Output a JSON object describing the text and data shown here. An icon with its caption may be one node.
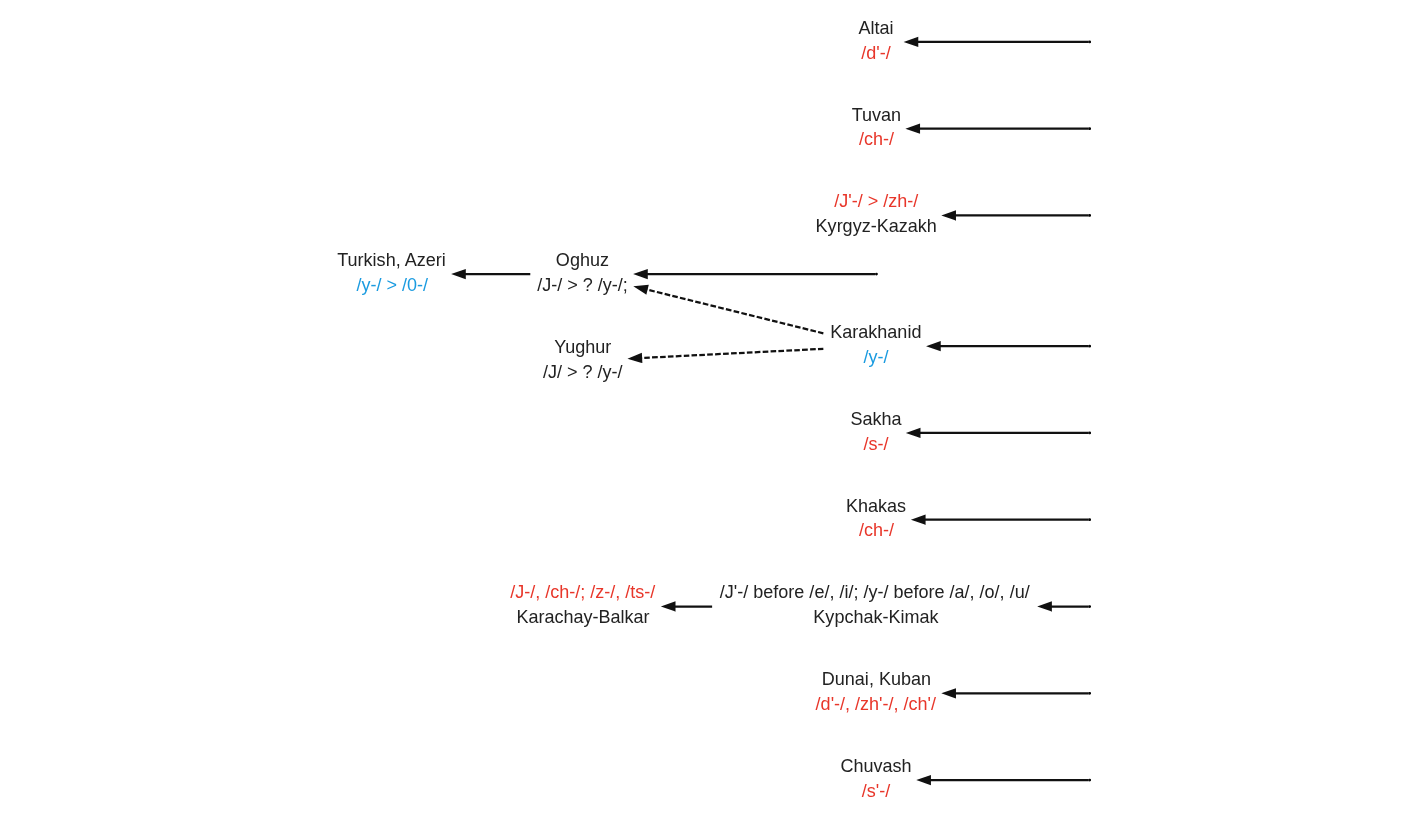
{
  "diagram": {
    "nodes": [
      {
        "text": [
          "Chuvash",
          "/s'-/"
        ]
      },
      {
        "text": [
          "Dunai, Kuban",
          "/d'-/, /zh'-/, /ch'/"
        ]
      },
      {
        "text": [
          "/J'-/ before /e/, /i/; /y-/ before /a/, /o/, /u/",
          "Kypchak-Kimak"
        ]
      },
      {
        "text": [
          "/J-/, /ch-/; /z-/, /ts-/",
          "Karachay-Balkar"
        ]
      },
      {
        "text": [
          "Khakas",
          "/ch-/"
        ]
      },
      {
        "text": [
          "Sakha",
          "/s-/"
        ]
      },
      {
        "text": [
          "Oghuz",
          "/J-/ > ? /y-/;"
        ]
      },
      {
        "text": [
          "/J'-/ > /zh-/",
          "Kyrgyz-Kazakh"
        ]
      },
      {
        "text": [
          "Tuvan",
          "/ch-/"
        ]
      },
      {
        "text": [
          "Turkish, Azeri",
          "/y-/ > /0-/"
        ]
      },
      {
        "text": [
          "Altai",
          "/d'-/"
        ]
      },
      {
        "text": [
          "Karakhanid",
          "/y-/"
        ]
      },
      {
        "text": [
          "Yughur",
          "/J/ > ? /y-/"
        ]
      }
    ],
    "edges": [
      {
        "from": null,
        "to": 0,
        "arrow": "to"
      },
      {
        "from": null,
        "to": 1,
        "arrow": "to"
      },
      {
        "from": 2,
        "to": 3,
        "arrow": "to"
      },
      {
        "from": null,
        "to": 2,
        "arrow": "to"
      },
      {
        "from": null,
        "to": 6,
        "arrow": "to"
      },
      {
        "from": null,
        "to": 7,
        "arrow": "to"
      },
      {
        "from": null,
        "to": 11,
        "arrow": "to"
      },
      {
        "from": null,
        "to": 4,
        "arrow": "to"
      },
      {
        "from": null,
        "to": 5,
        "arrow": "to"
      },
      {
        "from": null,
        "to": 8,
        "arrow": "to"
      },
      {
        "from": null,
        "to": 10,
        "arrow": "to"
      },
      {
        "from": 6,
        "to": 9,
        "arrow": "to"
      },
      {
        "from": 11,
        "to": 6,
        "arrow": "to",
        "style": "dashed"
      },
      {
        "from": 11,
        "to": 12,
        "arrow": "to",
        "style": "dashed"
      }
    ]
  }
}
